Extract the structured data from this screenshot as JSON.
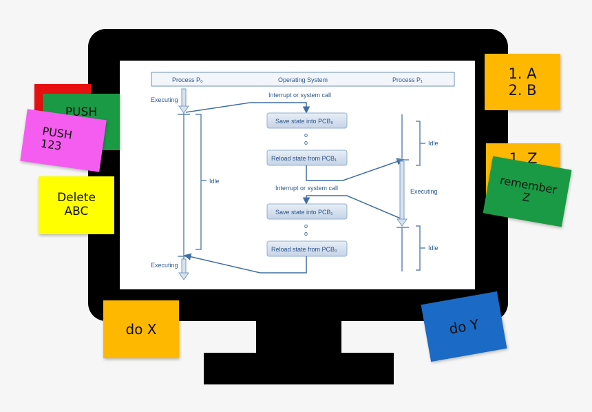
{
  "diagram": {
    "header": {
      "left": "Process P₀",
      "center": "Operating System",
      "right": "Process P₁"
    },
    "labels": {
      "executing_top": "Executing",
      "executing_bottom": "Executing",
      "executing_right": "Executing",
      "idle_left": "Idle",
      "idle_right_top": "Idle",
      "idle_right_bottom": "Idle",
      "interrupt_1": "Interrupt or system call",
      "interrupt_2": "Interrupt or system call",
      "dots_1a": "o",
      "dots_1b": "o",
      "dots_2a": "o",
      "dots_2b": "o"
    },
    "boxes": {
      "save_pcb0": "Save state into PCB₀",
      "reload_pcb1": "Reload state from PCB₁",
      "save_pcb1": "Save state into PCB₁",
      "reload_pcb0": "Reload state from PCB₀"
    }
  },
  "notes": {
    "push": {
      "text": "PUSH",
      "color": "#1a9a44"
    },
    "red_back": {
      "color": "#e61010"
    },
    "push_123": {
      "text": "PUSH\n123",
      "color": "#f55cf0"
    },
    "delete_abc": {
      "text": "Delete\nABC",
      "color": "#ffff00"
    },
    "list_ab": {
      "text": "1. A\n2. B",
      "color": "#ffb800"
    },
    "list_z": {
      "text": "1. Z",
      "color": "#ffb800"
    },
    "remember_z": {
      "text": "remember\nZ",
      "color": "#1a9a44"
    },
    "do_x": {
      "text": "do X",
      "color": "#ffb800"
    },
    "do_y": {
      "text": "do Y",
      "color": "#1a6ac6"
    }
  }
}
